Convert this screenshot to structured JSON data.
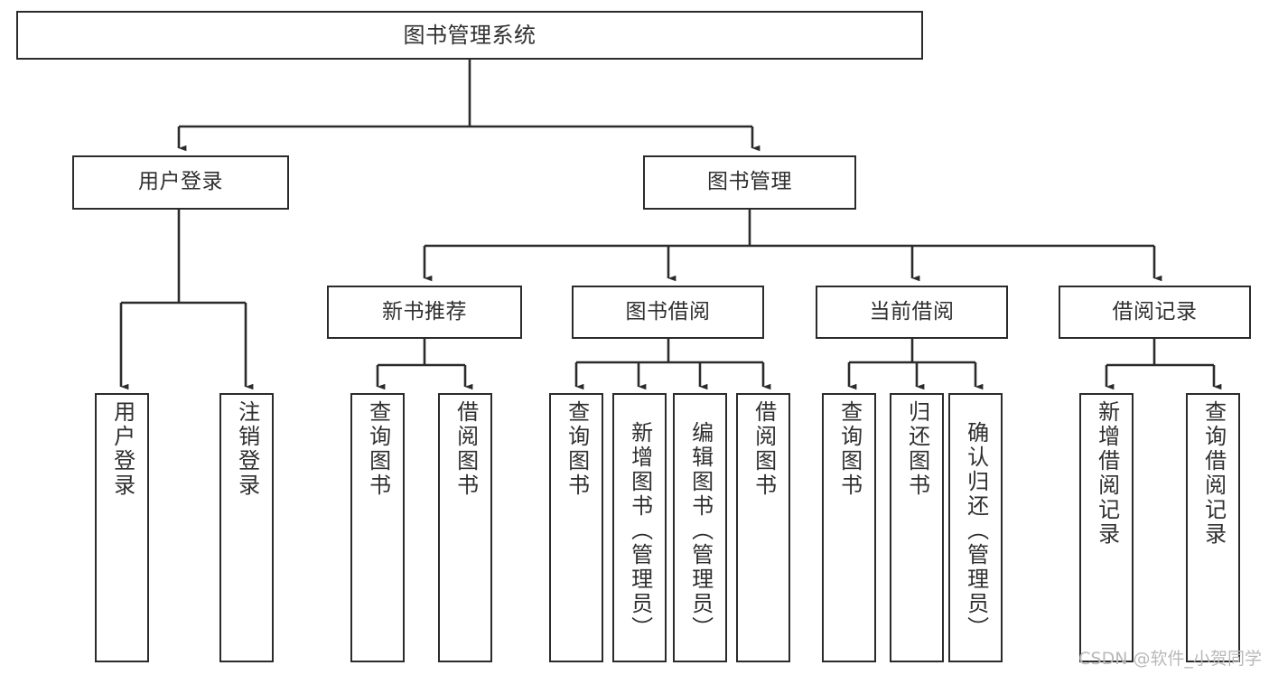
{
  "diagram": {
    "type": "tree-hierarchy",
    "title": "图书管理系统",
    "watermark": "CSDN @软件_小贺同学",
    "colors": {
      "box_border": "#2b2b2b",
      "box_fill": "#ffffff",
      "text": "#2f2f2f",
      "edge": "#2b2b2b",
      "watermark": "#b9b9b9",
      "background": "#ffffff"
    },
    "nodes": {
      "root": {
        "label": "图书管理系统"
      },
      "level2": [
        {
          "id": "user-login",
          "label": "用户登录"
        },
        {
          "id": "book-manage",
          "label": "图书管理"
        }
      ],
      "level3": [
        {
          "id": "new-book-recommend",
          "label": "新书推荐"
        },
        {
          "id": "book-borrow",
          "label": "图书借阅"
        },
        {
          "id": "current-borrow",
          "label": "当前借阅"
        },
        {
          "id": "borrow-record",
          "label": "借阅记录"
        }
      ],
      "leaves": [
        {
          "id": "leaf-user-login",
          "label": "用户登录",
          "parent": "user-login"
        },
        {
          "id": "leaf-logout-login",
          "label": "注销登录",
          "parent": "user-login"
        },
        {
          "id": "leaf-query-book-1",
          "label": "查询图书",
          "parent": "new-book-recommend"
        },
        {
          "id": "leaf-borrow-book-1",
          "label": "借阅图书",
          "parent": "new-book-recommend"
        },
        {
          "id": "leaf-query-book-2",
          "label": "查询图书",
          "parent": "book-borrow"
        },
        {
          "id": "leaf-add-book",
          "label": "新增图书（管理员）",
          "parent": "book-borrow"
        },
        {
          "id": "leaf-edit-book",
          "label": "编辑图书（管理员）",
          "parent": "book-borrow"
        },
        {
          "id": "leaf-borrow-book-2",
          "label": "借阅图书",
          "parent": "book-borrow"
        },
        {
          "id": "leaf-query-book-3",
          "label": "查询图书",
          "parent": "current-borrow"
        },
        {
          "id": "leaf-return-book",
          "label": "归还图书",
          "parent": "current-borrow"
        },
        {
          "id": "leaf-confirm-return",
          "label": "确认归还（管理员）",
          "parent": "current-borrow"
        },
        {
          "id": "leaf-add-record",
          "label": "新增借阅记录",
          "parent": "borrow-record"
        },
        {
          "id": "leaf-query-record",
          "label": "查询借阅记录",
          "parent": "borrow-record"
        }
      ]
    }
  }
}
